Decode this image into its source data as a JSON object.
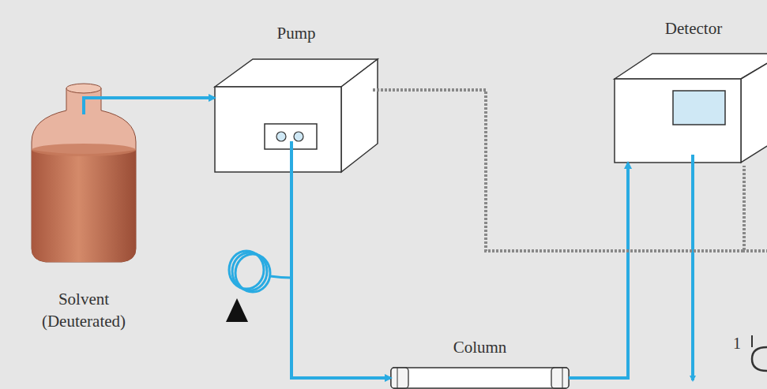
{
  "diagram": {
    "nodes": [
      {
        "text": [
          "Solvent (Deuterated)"
        ]
      },
      {
        "text": [
          "Pump"
        ]
      },
      {
        "text": [
          "Detector"
        ]
      },
      {
        "text": [
          "Column"
        ]
      }
    ],
    "edges": [
      {
        "from": 0,
        "to": 1,
        "arrow": "to"
      },
      {
        "from": 1,
        "to": 3,
        "arrow": "to"
      },
      {
        "from": 3,
        "to": 2,
        "arrow": "to"
      },
      {
        "from": 1,
        "to": 2,
        "arrow": "none"
      }
    ],
    "labels": [
      "1"
    ]
  }
}
